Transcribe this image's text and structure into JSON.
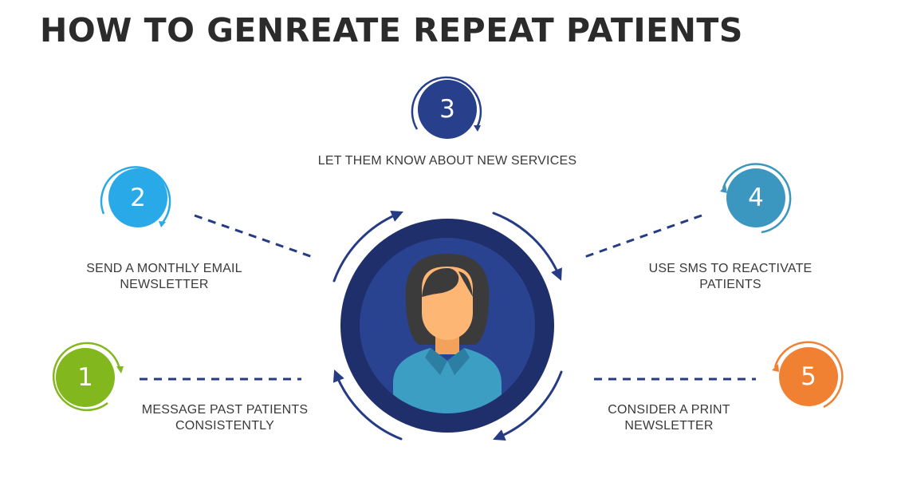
{
  "title": "HOW TO GENREATE REPEAT PATIENTS",
  "colors": {
    "step1": "#82b71d",
    "step2": "#2aa9e8",
    "step3": "#283f8c",
    "step4": "#3b97c0",
    "step5": "#f08032",
    "center_outer": "#1f2f6c",
    "center_inner": "#2a4391",
    "connector": "#253b84"
  },
  "steps": [
    {
      "number": "1",
      "lines": [
        "MESSAGE PAST PATIENTS",
        "CONSISTENTLY"
      ]
    },
    {
      "number": "2",
      "lines": [
        "SEND A MONTHLY EMAIL",
        "NEWSLETTER"
      ]
    },
    {
      "number": "3",
      "lines": [
        "LET THEM KNOW ABOUT NEW SERVICES"
      ]
    },
    {
      "number": "4",
      "lines": [
        "USE SMS TO REACTIVATE",
        "PATIENTS"
      ]
    },
    {
      "number": "5",
      "lines": [
        "CONSIDER A PRINT",
        "NEWSLETTER"
      ]
    }
  ],
  "center_icon": "person-avatar-icon"
}
